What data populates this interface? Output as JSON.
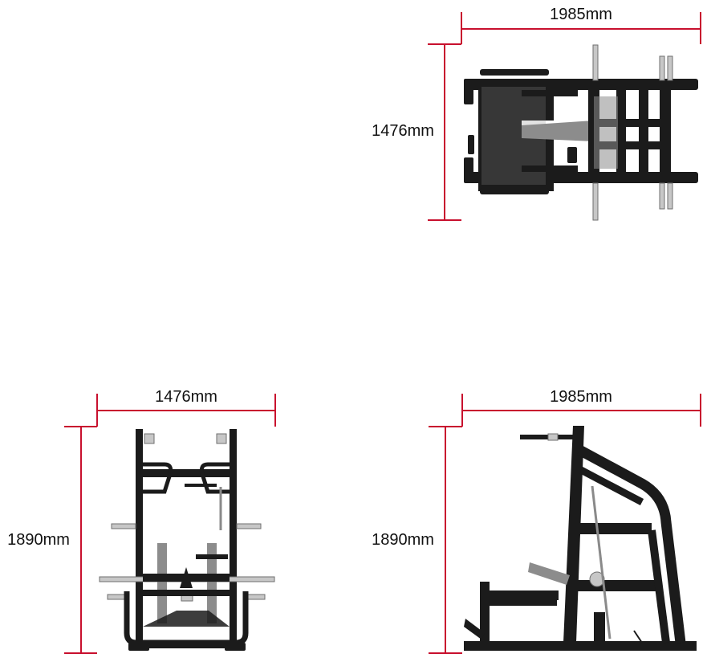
{
  "views": {
    "top": {
      "width_label": "1985mm",
      "depth_label": "1476mm"
    },
    "front": {
      "width_label": "1476mm",
      "height_label": "1890mm"
    },
    "side": {
      "width_label": "1985mm",
      "height_label": "1890mm"
    }
  },
  "colors": {
    "dimension_line": "#c8102e",
    "frame": "#1b1b1b",
    "metal": "#c7c7c7",
    "background": "#ffffff"
  }
}
